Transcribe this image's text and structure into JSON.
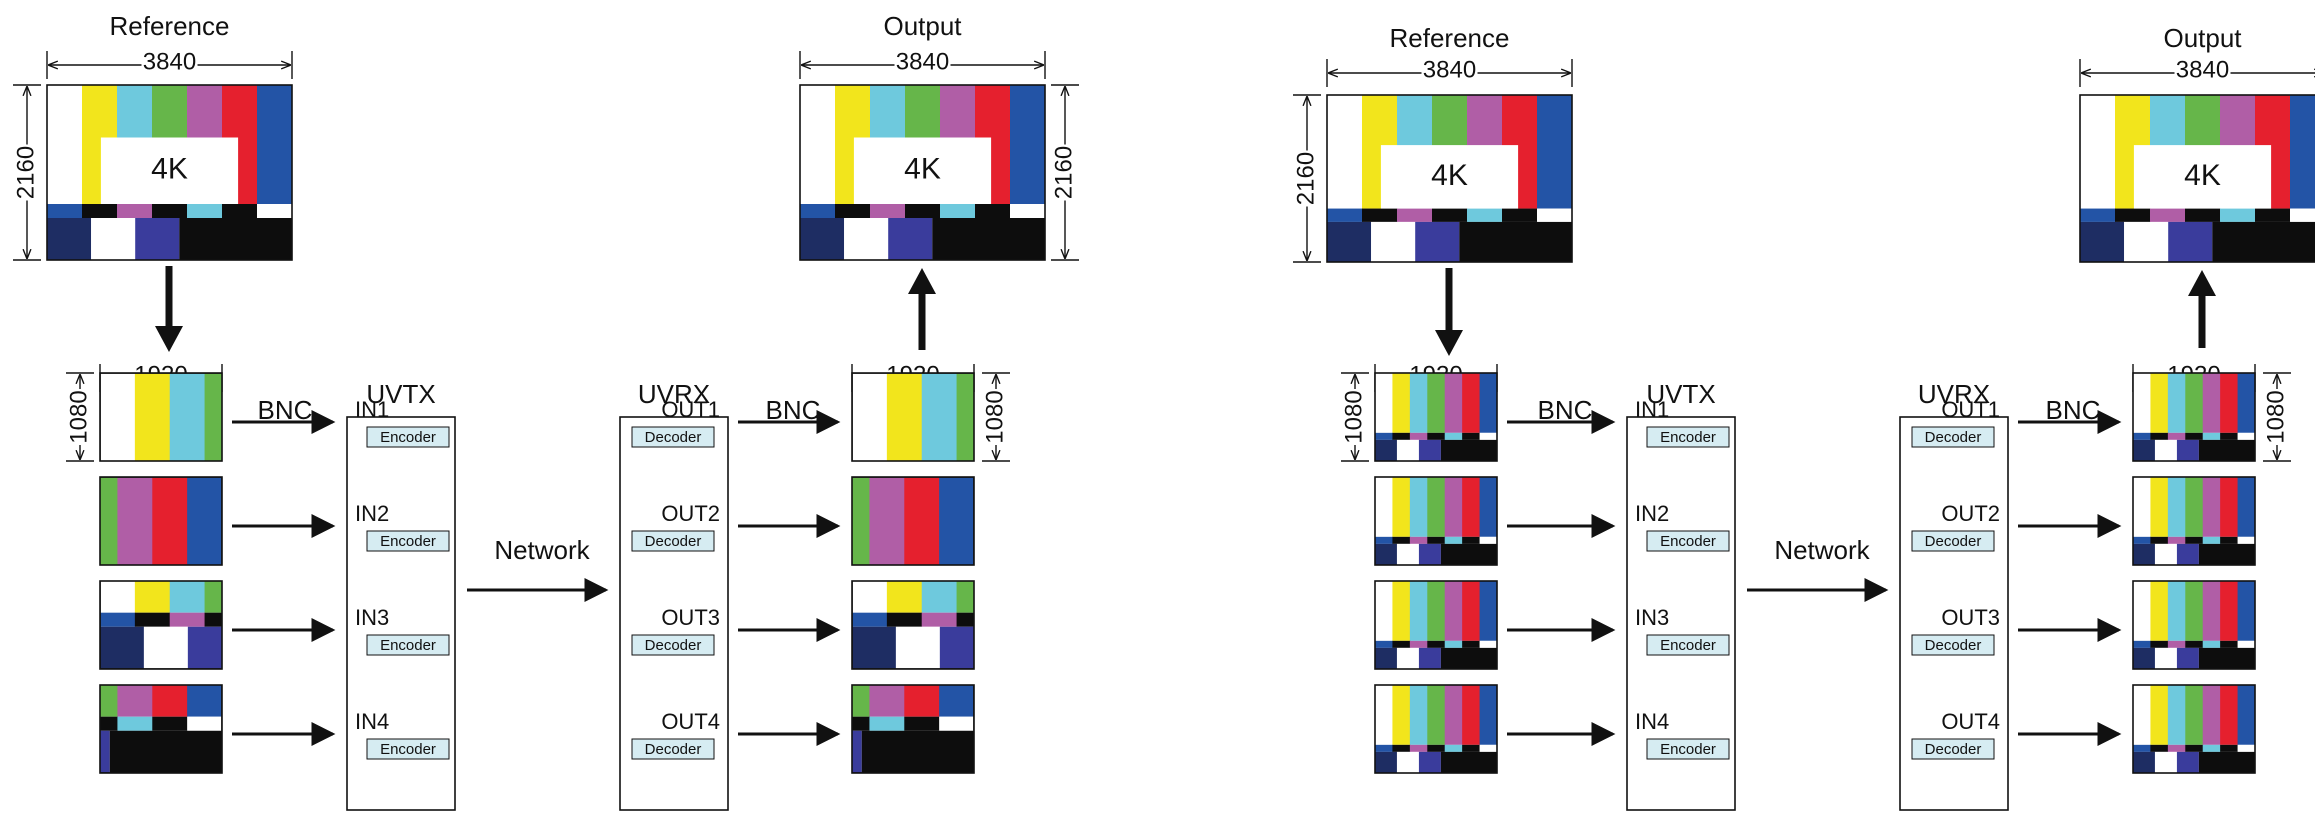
{
  "labels": {
    "reference": "Reference",
    "output": "Output",
    "width_4k": "3840",
    "height_4k": "2160",
    "width_hd": "1920",
    "height_hd": "1080",
    "bnc": "BNC",
    "network": "Network",
    "uvtx": "UVTX",
    "uvrx": "UVRX",
    "encoder": "Encoder",
    "decoder": "Decoder",
    "pattern_4k": "4K"
  },
  "ports": {
    "inputs": [
      "IN1",
      "IN2",
      "IN3",
      "IN4"
    ],
    "outputs": [
      "OUT1",
      "OUT2",
      "OUT3",
      "OUT4"
    ]
  },
  "colors": {
    "white": "#ffffff",
    "yellow": "#f2e51c",
    "cyan": "#6ec9dd",
    "green": "#66b64a",
    "magenta": "#b05ea6",
    "red": "#e5202e",
    "blue": "#2354a6",
    "navy": "#1e2d63",
    "purple": "#3a3c9c",
    "black": "#0d0d0d",
    "module_fill": "#d6ecf2"
  }
}
